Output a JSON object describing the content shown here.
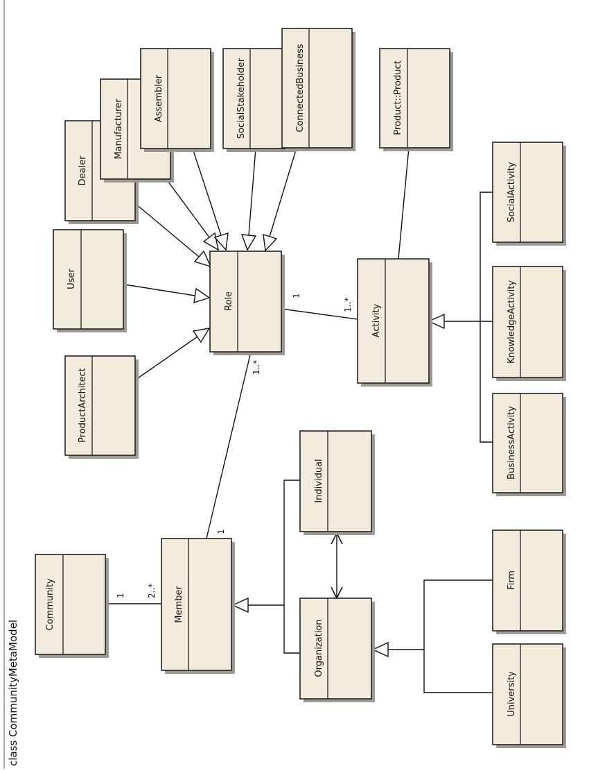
{
  "diagram": {
    "frame_title": "class CommunityMetaModel",
    "classes": {
      "community": "Community",
      "member": "Member",
      "organization": "Organization",
      "individual": "Individual",
      "university": "University",
      "firm": "Firm",
      "role": "Role",
      "activity": "Activity",
      "business_activity": "BusinessActivity",
      "knowledge_activity": "KnowledgeActivity",
      "social_activity": "SocialActivity",
      "product_architect": "ProductArchitect",
      "user": "User",
      "dealer": "Dealer",
      "manufacturer": "Manufacturer",
      "assembler": "Assembler",
      "social_stakeholder": "SocialStakeholder",
      "connected_business": "ConnectedBusiness",
      "product": "Product::Product"
    },
    "multiplicities": {
      "community_member_community_end": "1",
      "community_member_member_end": "2..*",
      "member_role_member_end": "1",
      "member_role_role_end": "1..*",
      "role_activity_role_end": "1",
      "role_activity_activity_end": "1..*"
    }
  }
}
